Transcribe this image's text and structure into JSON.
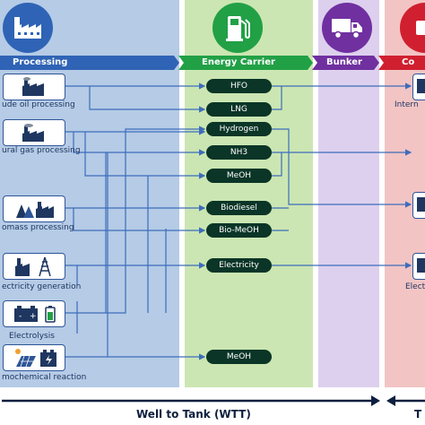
{
  "colors": {
    "processing_bg": "#b5cbe6",
    "processing_banner": "#2f63b5",
    "carrier_bg": "#cbe6b2",
    "carrier_banner": "#22a046",
    "bunker_bg": "#ddd0ee",
    "bunker_banner": "#7030a0",
    "consumption_bg": "#f2c4c4",
    "consumption_banner": "#d02030",
    "pill": "#0a3527",
    "arrow": "#3d6dbb"
  },
  "header": {
    "processing": {
      "label": "Processing",
      "icon": "factory-icon"
    },
    "carrier": {
      "label": "Energy Carrier",
      "icon": "fuel-pump-icon"
    },
    "bunker": {
      "label": "Bunker",
      "icon": "truck-icon"
    },
    "consumption": {
      "label": "Co",
      "icon": "consumption-icon"
    }
  },
  "sources": [
    {
      "label": "ude oil processing",
      "icon": "oil-refinery-icon"
    },
    {
      "label": "ural gas processing",
      "icon": "gas-plant-icon"
    },
    {
      "label": "omass processing",
      "icon": "biomass-plant-icon"
    },
    {
      "label": "ectricity generation",
      "icon": "power-generation-icon"
    },
    {
      "label": "Electrolysis",
      "icon": "electrolysis-battery-icon"
    },
    {
      "label": "mochemical reaction",
      "icon": "solar-battery-icon"
    }
  ],
  "carriers": [
    "HFO",
    "LNG",
    "Hydrogen",
    "NH3",
    "MeOH",
    "Biodiesel",
    "Bio-MeOH",
    "Electricity",
    "MeOH"
  ],
  "consumers": [
    {
      "label": "Intern",
      "icon": "engine-icon"
    },
    {
      "label": "",
      "icon": "fuel-cell-icon"
    },
    {
      "label": "Electr",
      "icon": "electric-motor-icon"
    }
  ],
  "footer": {
    "wtt": "Well to Tank (WTT)",
    "ttw": "T"
  }
}
